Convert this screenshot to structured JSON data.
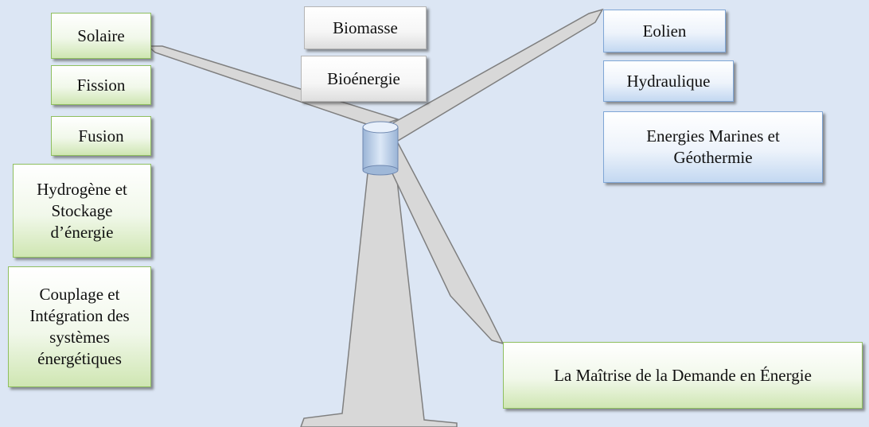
{
  "colors": {
    "background": "#dce6f4",
    "green_group": "#8fbf5f",
    "blue_group": "#7fa6d6",
    "gray_group": "#b5b5b5",
    "turbine_fill": "#d8d8d8"
  },
  "left_column": [
    "Solaire",
    "Fission",
    "Fusion",
    "Hydrogène et Stockage d’énergie",
    "Couplage et Intégration des systèmes énergétiques"
  ],
  "center_column": [
    "Biomasse",
    "Bioénergie"
  ],
  "right_column": [
    "Eolien",
    "Hydraulique",
    "Energies Marines et Géothermie"
  ],
  "bottom_box": "La Maîtrise de la Demande en Énergie"
}
